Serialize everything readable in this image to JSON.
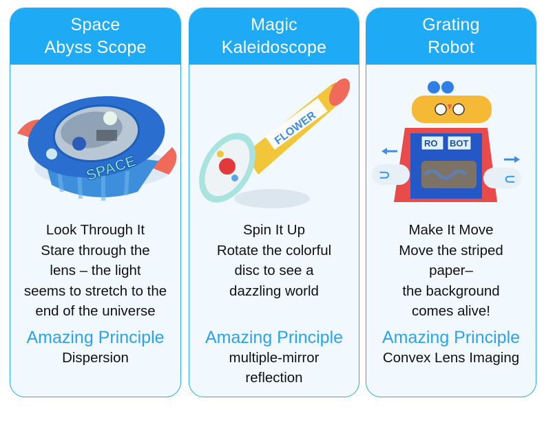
{
  "cards": [
    {
      "title_line1": "Space",
      "title_line2": "Abyss Scope",
      "image_label": "SPACE",
      "heading": "Look Through It",
      "desc": [
        "Stare through the",
        "lens – the light",
        "seems to stretch to the",
        "end of the universe"
      ],
      "principle_title": "Amazing Principle",
      "principle": [
        "Dispersion"
      ]
    },
    {
      "title_line1": "Magic",
      "title_line2": "Kaleidoscope",
      "image_label": "FLOWER",
      "heading": "Spin It Up",
      "desc": [
        "Rotate the colorful",
        "disc to see a",
        "dazzling world"
      ],
      "principle_title": "Amazing Principle",
      "principle": [
        "multiple-mirror",
        "reflection"
      ]
    },
    {
      "title_line1": "Grating",
      "title_line2": "Robot",
      "image_label_1": "RO",
      "image_label_2": "BOT",
      "heading": "Make It Move",
      "desc": [
        "Move the striped",
        "paper–",
        "the background",
        "comes alive!"
      ],
      "principle_title": "Amazing Principle",
      "principle": [
        "Convex Lens Imaging"
      ]
    }
  ],
  "colors": {
    "header_blue": "#1eaaf5",
    "border_blue": "#2aa9ee",
    "card_bg": "#f1f8fe",
    "principle_blue": "#2aa3ec"
  }
}
